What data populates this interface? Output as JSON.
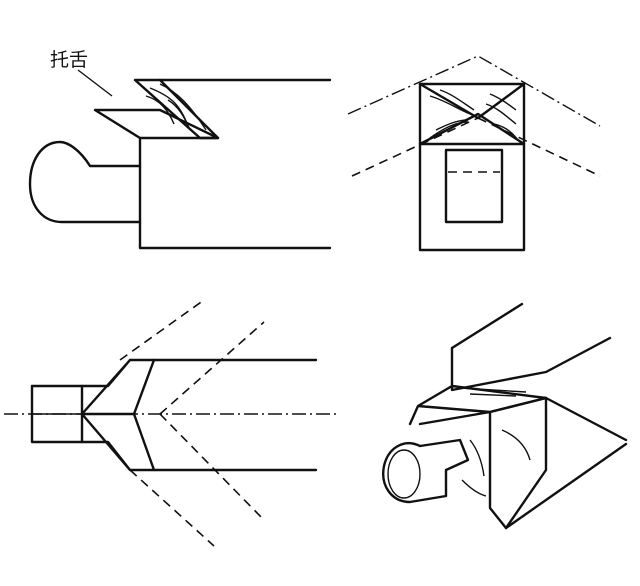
{
  "annotation": {
    "label": "托舌"
  },
  "views": [
    "side-elevation",
    "end-section",
    "plan",
    "isometric"
  ]
}
